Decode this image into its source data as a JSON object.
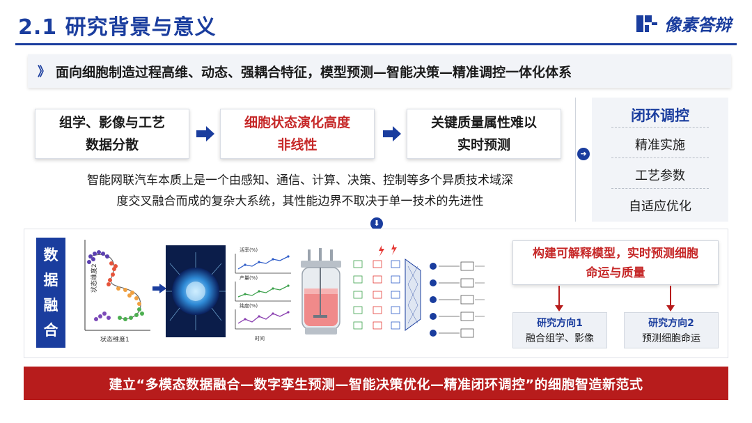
{
  "header": {
    "title": "2.1 研究背景与意义",
    "logo_text": "像素答辩"
  },
  "subtitle": {
    "chevron": "》",
    "text": "面向细胞制造过程高维、动态、强耦合特征，模型预测—智能决策—精准调控一体化体系"
  },
  "challenges": [
    {
      "line1": "组学、影像与工艺",
      "line2": "数据分散"
    },
    {
      "line1": "细胞状态演化高度",
      "line2": "非线性"
    },
    {
      "line1": "关键质量属性难以",
      "line2": "实时预测"
    }
  ],
  "description": {
    "line1": "智能网联汽车本质上是一个由感知、通信、计算、决策、控制等多个异质技术域深",
    "line2": "度交叉融合而成的复杂大系统，其性能边界不取决于单一技术的先进性"
  },
  "closed_loop": {
    "title": "闭环调控",
    "items": [
      "精准实施",
      "工艺参数",
      "自适应优化"
    ]
  },
  "fusion": {
    "label_chars": [
      "数",
      "据",
      "融",
      "合"
    ],
    "scatter": {
      "ylabel": "状态维度2",
      "xlabel": "状态维度1"
    },
    "mini_charts": {
      "panels": [
        "活率(%)",
        "产量(%)",
        "纯度(%)"
      ],
      "xlabel": "时间"
    },
    "model_box": {
      "line1": "构建可解释模型，实时预测细胞",
      "line2": "命运与质量"
    },
    "directions": [
      {
        "title": "研究方向1",
        "desc": "融合组学、影像"
      },
      {
        "title": "研究方向2",
        "desc": "预测细胞命运"
      }
    ]
  },
  "banner": {
    "text": "建立“多模态数据融合—数字孪生预测—智能决策优化—精准闭环调控”的细胞智造新范式"
  },
  "colors": {
    "primary_blue": "#1a3d9e",
    "accent_red": "#c62828",
    "banner_red": "#b71c1c"
  }
}
